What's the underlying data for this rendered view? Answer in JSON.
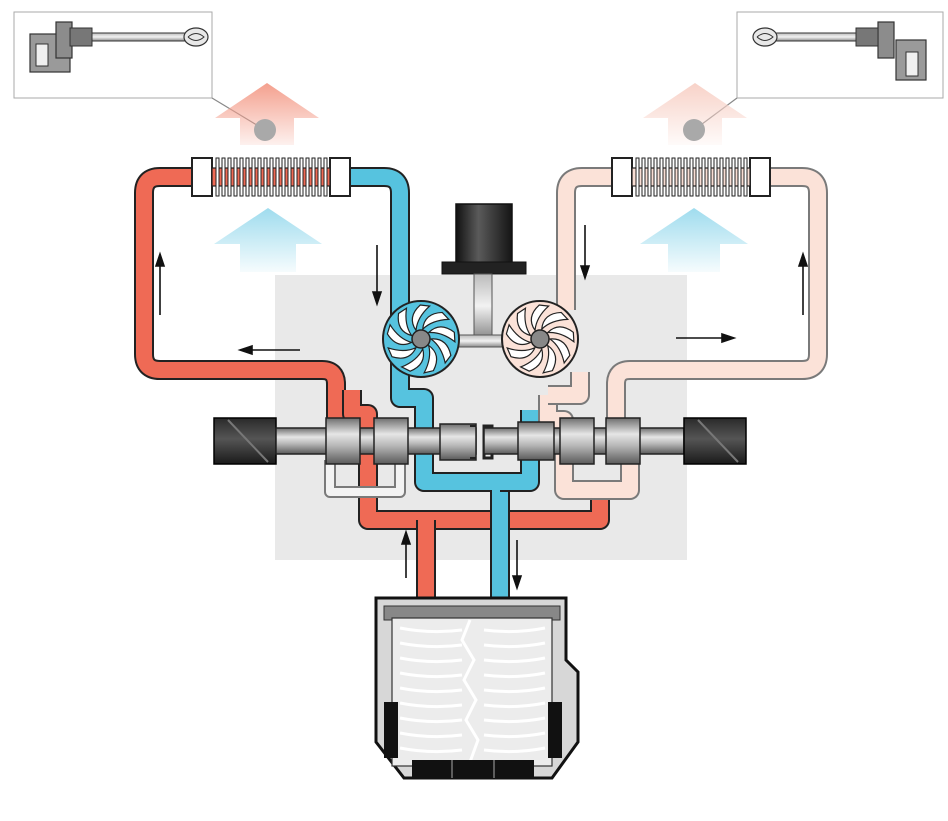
{
  "diagram": {
    "colors": {
      "hot": "#ef6a55",
      "cold": "#56c3df",
      "pale": "#f9ded4",
      "housing": "#e9e9e9",
      "dark": "#1e1e1e",
      "metal": "#9a9a9a",
      "heat_out": "#f4a08e",
      "cool_in": "#9fdcee"
    },
    "insets": [
      {
        "name": "inset-left",
        "icon": "rod-valve-icon"
      },
      {
        "name": "inset-right",
        "icon": "rod-valve-icon"
      }
    ],
    "components": [
      "heat-exchanger-left",
      "heat-exchanger-right",
      "compressor-motor",
      "turbine-left",
      "turbine-right",
      "shaft-left",
      "shaft-right",
      "tire"
    ]
  }
}
